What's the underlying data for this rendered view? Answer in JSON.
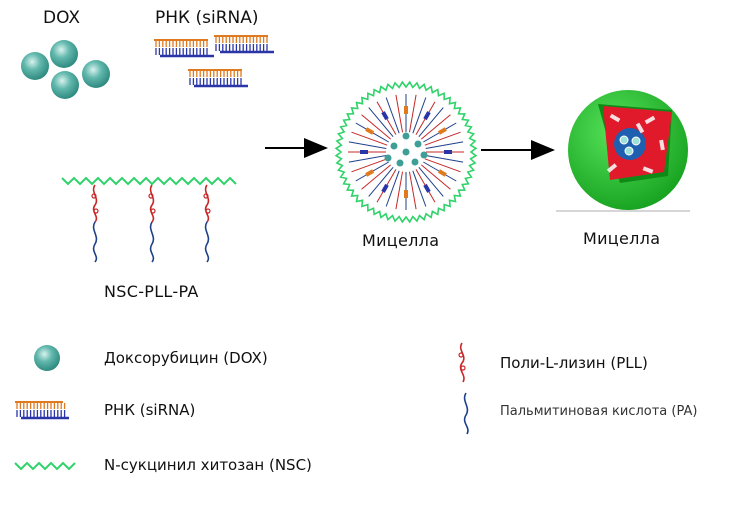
{
  "top": {
    "dox_label": "DOX",
    "rna_label": "РНК (siRNA)"
  },
  "polymer_label": "NSC-PLL-PA",
  "micelle_label": "Мицелла",
  "sphere_label": "Мицелла",
  "legend": {
    "dox": "Доксорубицин (DOX)",
    "rna": "РНК (siRNA)",
    "nsc": "N-сукцинил хитозан (NSC)",
    "pll": "Поли-L-лизин (PLL)",
    "pa": "Пальмитиновая кислота (PA)"
  },
  "colors": {
    "dox_fill": "#3f9f96",
    "rna_top": "#e07a1f",
    "rna_bottom": "#2a36a8",
    "nsc_green": "#2fd36a",
    "pll_red": "#c62828",
    "pa_blue": "#1e3f8a",
    "sphere_green": "#22c52e",
    "sphere_core_red": "#e01a2a",
    "sphere_center_blue": "#1f5fb0",
    "arrow": "#000000"
  },
  "icons": [
    "dox-particle-icon",
    "sirna-icon",
    "nsc-chain-icon",
    "pll-icon",
    "pa-icon",
    "arrow-right-icon"
  ]
}
